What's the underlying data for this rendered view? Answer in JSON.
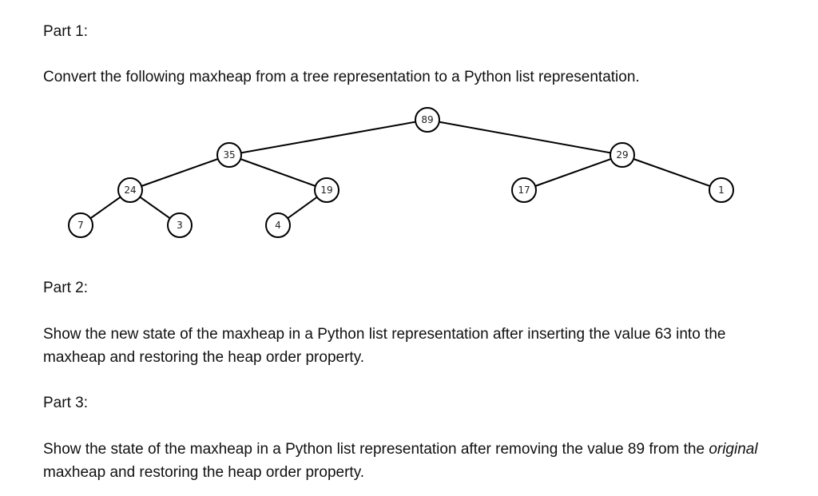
{
  "part1": {
    "heading": "Part 1:",
    "instruction": "Convert the following maxheap from a tree representation to a Python list representation."
  },
  "tree": {
    "nodes": [
      "89",
      "35",
      "29",
      "24",
      "19",
      "17",
      "1",
      "7",
      "3",
      "4"
    ],
    "edges": [
      [
        "89",
        "35"
      ],
      [
        "89",
        "29"
      ],
      [
        "35",
        "24"
      ],
      [
        "35",
        "19"
      ],
      [
        "29",
        "17"
      ],
      [
        "29",
        "1"
      ],
      [
        "24",
        "7"
      ],
      [
        "24",
        "3"
      ],
      [
        "19",
        "4"
      ]
    ]
  },
  "part2": {
    "heading": "Part 2:",
    "instruction": "Show the new state of the maxheap in a Python list representation after inserting the value 63 into the maxheap and restoring the heap order property."
  },
  "part3": {
    "heading": "Part 3:",
    "instruction_before": "Show the state of the maxheap in a Python list representation after removing the value 89 from the ",
    "instruction_emphasis": "original",
    "instruction_after": " maxheap and restoring the heap order property."
  }
}
